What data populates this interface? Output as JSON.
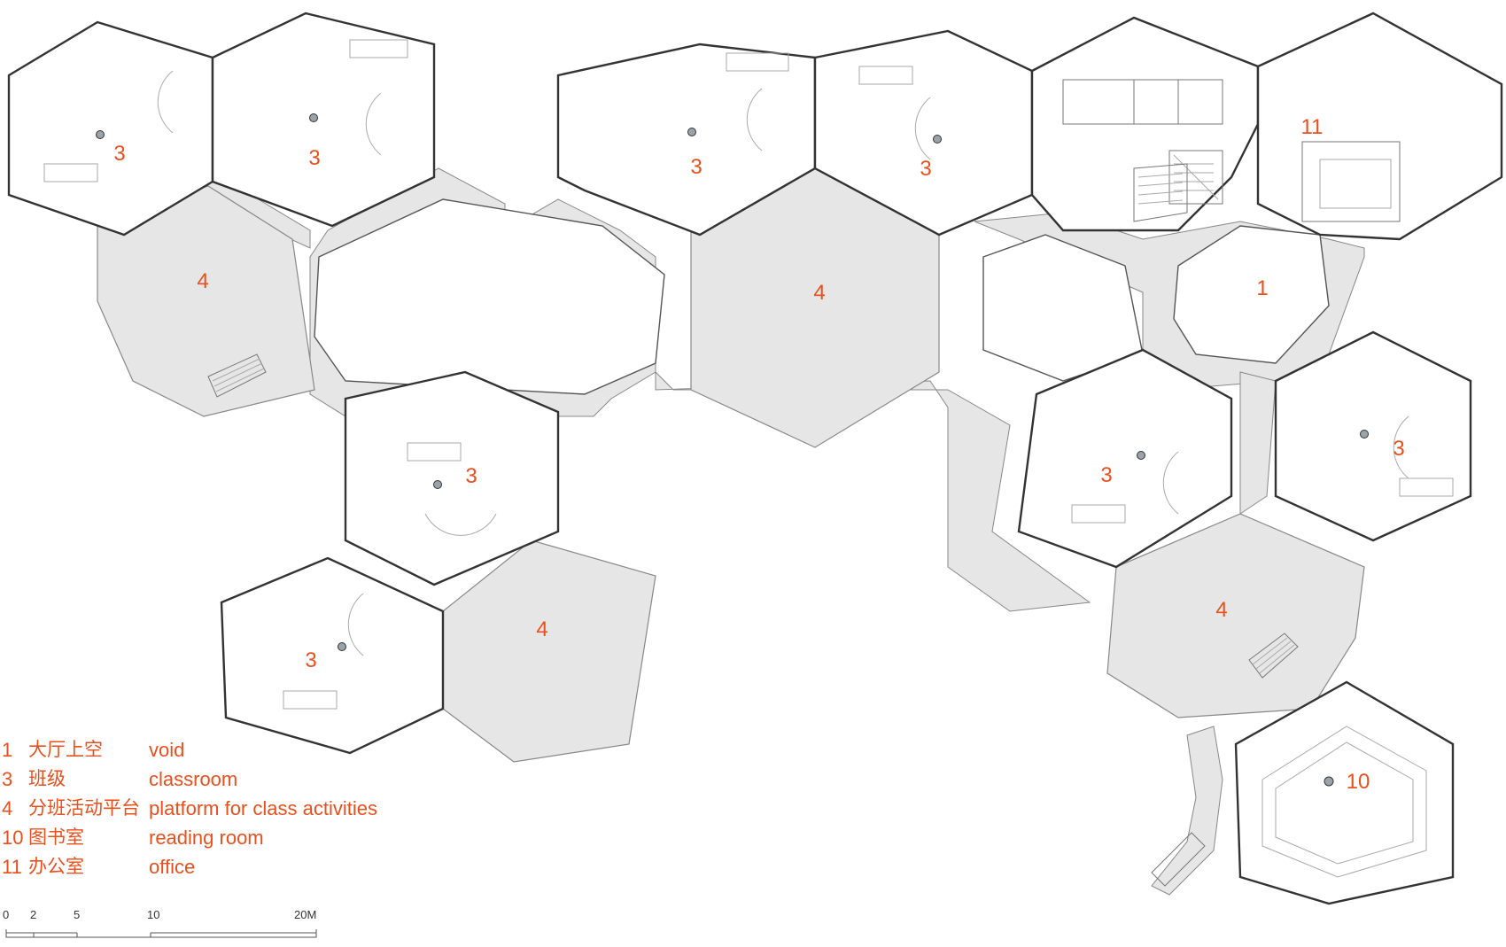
{
  "rooms": [
    {
      "id": "r1",
      "label": "3"
    },
    {
      "id": "r2",
      "label": "3"
    },
    {
      "id": "r3",
      "label": "3"
    },
    {
      "id": "r4",
      "label": "3"
    },
    {
      "id": "r5",
      "label": "3"
    },
    {
      "id": "r6",
      "label": "3"
    },
    {
      "id": "r7",
      "label": "3"
    },
    {
      "id": "r8",
      "label": "3"
    },
    {
      "id": "p1",
      "label": "4"
    },
    {
      "id": "p2",
      "label": "4"
    },
    {
      "id": "p3",
      "label": "4"
    },
    {
      "id": "p4",
      "label": "4"
    },
    {
      "id": "v1",
      "label": "1"
    },
    {
      "id": "lib",
      "label": "10"
    },
    {
      "id": "off",
      "label": "11"
    }
  ],
  "legend": [
    {
      "num": "1",
      "cn": "大厅上空",
      "en": "void"
    },
    {
      "num": "3",
      "cn": "班级",
      "en": "classroom"
    },
    {
      "num": "4",
      "cn": "分班活动平台",
      "en": "platform for class activities"
    },
    {
      "num": "10",
      "cn": "图书室",
      "en": "reading room"
    },
    {
      "num": "11",
      "cn": "办公室",
      "en": "office"
    }
  ],
  "scale": {
    "ticks": [
      "0",
      "2",
      "5",
      "10",
      "20M"
    ]
  },
  "colors": {
    "label": "#e8501e",
    "platform": "#e6e6e6",
    "wall": "#333333"
  }
}
